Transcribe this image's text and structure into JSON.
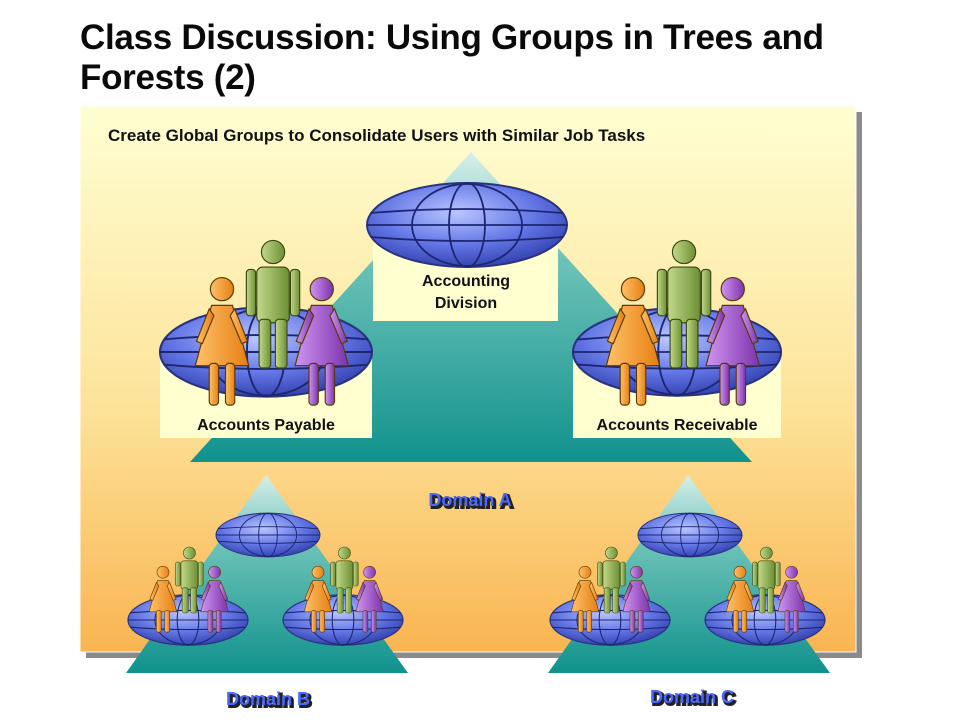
{
  "title": "Class Discussion: Using Groups in Trees and Forests (2)",
  "panel": {
    "heading": "Create Global Groups to Consolidate Users with Similar Job Tasks"
  },
  "domains": {
    "a": {
      "label": "Domain A"
    },
    "b": {
      "label": "Domain B"
    },
    "c": {
      "label": "Domain C"
    }
  },
  "groups": {
    "accounting_division": {
      "line1": "Accounting",
      "line2": "Division"
    },
    "accounts_payable": "Accounts Payable",
    "accounts_receivable": "Accounts Receivable"
  },
  "colors": {
    "title": "#0a0a0a",
    "panel_top": "#ffffd0",
    "panel_bottom": "#f9b451",
    "triangle": "#1b9a94",
    "globe": "#5566d8",
    "person_orange": "#f59a2a",
    "person_green": "#93b356",
    "person_purple": "#9b55c8"
  }
}
